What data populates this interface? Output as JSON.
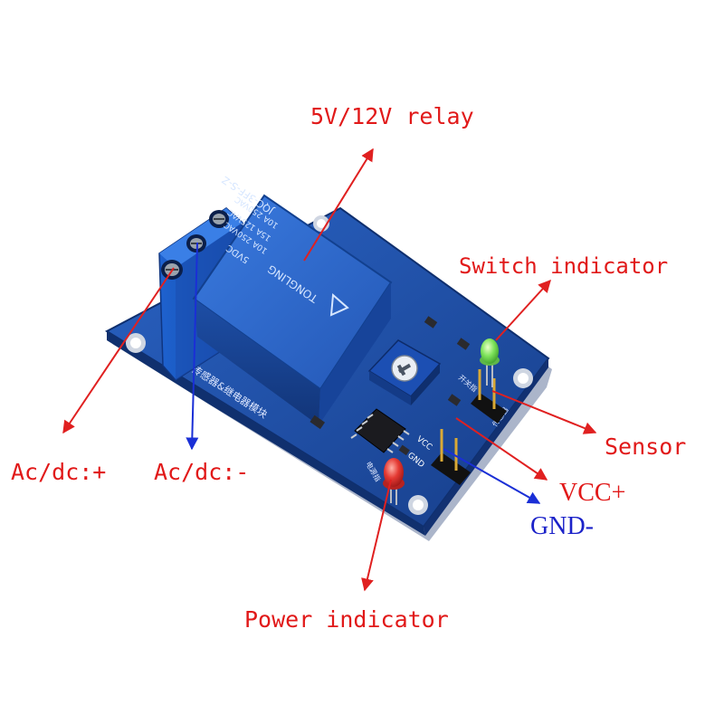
{
  "labels": {
    "relay": "5V/12V relay",
    "switch_indicator": "Switch indicator",
    "sensor": "Sensor",
    "vcc": "VCC+",
    "gnd": "GND-",
    "power_indicator": "Power indicator",
    "ac_dc_plus": "Ac/dc:+",
    "ac_dc_minus": "Ac/dc:-"
  },
  "relay_marking": {
    "model": "JQC-3FF-S-Z",
    "rating_1": "10A 250VAC",
    "rating_2": "15A 125VAC",
    "rating_3": "10A 250VAC",
    "coil": "5VDC",
    "brand": "TONGLING"
  },
  "board_marking": {
    "title": "1路传感器&继电器模块",
    "vcc_pin": "VCC",
    "gnd_pin": "GND",
    "switch_mark": "开关指",
    "sensor_mark": "传感器",
    "power_mark": "电源指"
  },
  "colors": {
    "arrow_red": "#e02020",
    "arrow_blue": "#1a2fd6",
    "label_red": "#e11919",
    "label_blue": "#1b22c9",
    "pcb_blue": "#1f4fa8",
    "relay_blue": "#2b66c9",
    "led_green": "#6fe05a",
    "led_red": "#e0292b"
  },
  "icons": [
    "relay-icon",
    "terminal-block-icon",
    "potentiometer-icon",
    "led-icon",
    "chip-icon",
    "pin-header-icon"
  ]
}
